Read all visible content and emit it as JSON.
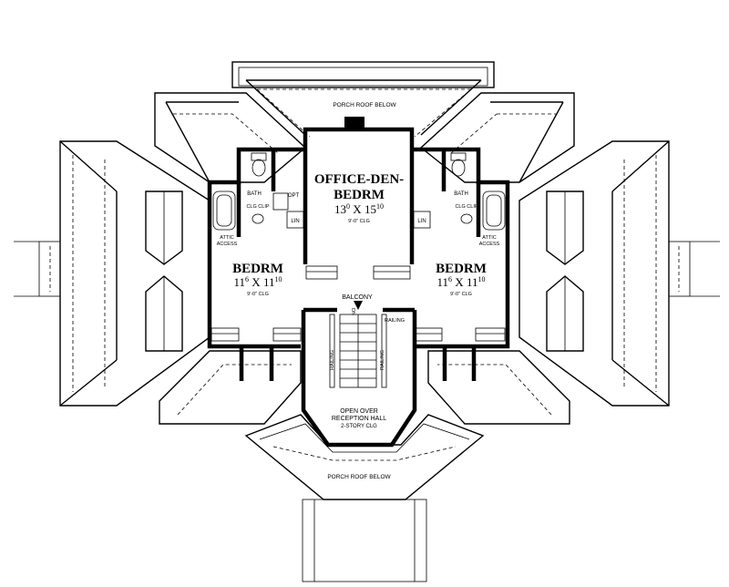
{
  "rooms": {
    "office": {
      "name_line1": "OFFICE-DEN-",
      "name_line2": "BEDRM",
      "dim_a": "13",
      "dim_a_sup": "0",
      "dim_x": "X",
      "dim_b": "15",
      "dim_b_sup": "10",
      "ceiling": "9'-0\" CLG"
    },
    "bedrm_left": {
      "name": "BEDRM",
      "dim_a": "11",
      "dim_a_sup": "6",
      "dim_x": "X",
      "dim_b": "11",
      "dim_b_sup": "10",
      "ceiling": "9'-0\" CLG"
    },
    "bedrm_right": {
      "name": "BEDRM",
      "dim_a": "11",
      "dim_a_sup": "6",
      "dim_x": "X",
      "dim_b": "11",
      "dim_b_sup": "10",
      "ceiling": "9'-0\" CLG"
    }
  },
  "labels": {
    "porch_top": "PORCH ROOF BELOW",
    "porch_bottom": "PORCH ROOF BELOW",
    "balcony": "BALCONY",
    "railing": "RAILING",
    "dn": "DN",
    "open_over_1": "OPEN OVER",
    "open_over_2": "RECEPTION HALL",
    "open_over_3": "2-STORY CLG",
    "bath": "BATH",
    "opt": "OPT",
    "clg_clip": "CLG CLIP",
    "lin": "LIN",
    "attic_1": "ATTIC",
    "attic_2": "ACCESS"
  }
}
